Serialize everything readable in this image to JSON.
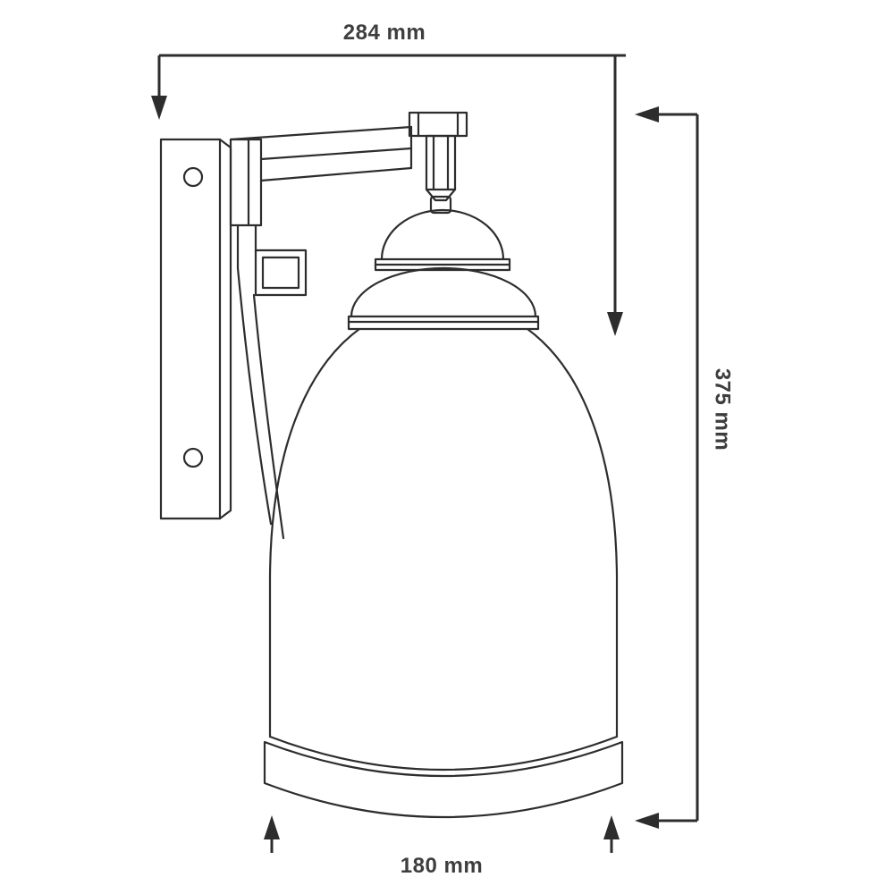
{
  "colors": {
    "background": "#ffffff",
    "line": "#2d2d2d",
    "label": "#3e3e3e"
  },
  "dimensions": {
    "width": {
      "label": "284 mm"
    },
    "height": {
      "label": "375 mm"
    },
    "base_diameter": {
      "label": "180 mm"
    }
  }
}
